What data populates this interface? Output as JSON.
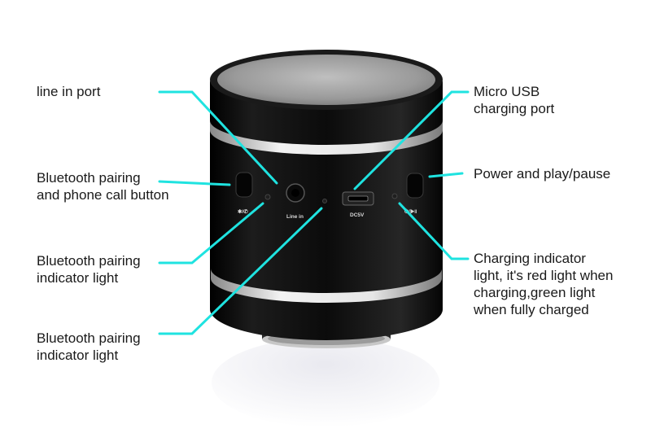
{
  "labels": {
    "line_in_port": "line in port",
    "micro_usb": "Micro USB\ncharging port",
    "bt_pairing_button": "Bluetooth pairing\nand phone call button",
    "power_play": "Power and play/pause",
    "bt_indicator_1": "Bluetooth pairing\nindicator light",
    "charging_indicator": "Charging indicator\nlight, it's red light when\ncharging,green light\nwhen fully charged",
    "bt_indicator_2": "Bluetooth pairing\nindicator light"
  },
  "device_markings": {
    "line_in": "Line in",
    "dc5v": "DC5V",
    "bt_symbol": "✱/✆",
    "power_symbol": "⏻/▶ǁ"
  },
  "colors": {
    "callout_line": "#1fe3e0",
    "body": "#0d0d0d",
    "chrome_ring": "#d8d8d8"
  }
}
